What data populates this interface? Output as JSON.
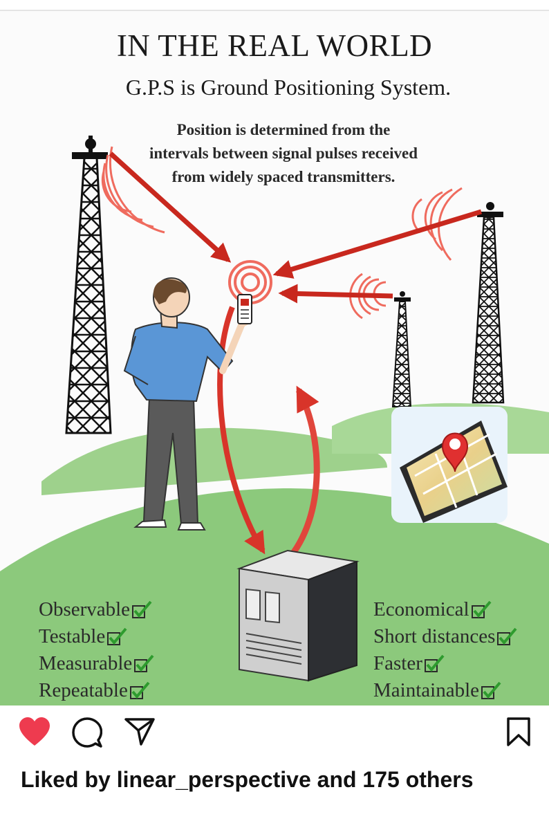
{
  "post": {
    "headline": "IN THE REAL WORLD",
    "subhead": "G.P.S is Ground Positioning System.",
    "explanation_lines": [
      "Position is determined from the",
      "intervals between signal pulses received",
      "from widely spaced transmitters."
    ],
    "left_checklist": [
      "Observable",
      "Testable",
      "Measurable",
      "Repeatable"
    ],
    "right_checklist": [
      "Economical",
      "Short distances",
      "Faster",
      "Maintainable"
    ]
  },
  "actions": {
    "like_icon": "heart-icon",
    "comment_icon": "comment-icon",
    "share_icon": "paper-plane-icon",
    "save_icon": "bookmark-icon"
  },
  "likes": {
    "prefix": "Liked by ",
    "user": "linear_perspective",
    "suffix": " and 175 others"
  },
  "colors": {
    "like_red": "#ee3b4f",
    "arrow_red": "#c8281e",
    "signal_red": "#ef6b5e",
    "hill_green": "#88c77a",
    "shirt_blue": "#5a96d6",
    "check_green": "#2e9b2e"
  }
}
